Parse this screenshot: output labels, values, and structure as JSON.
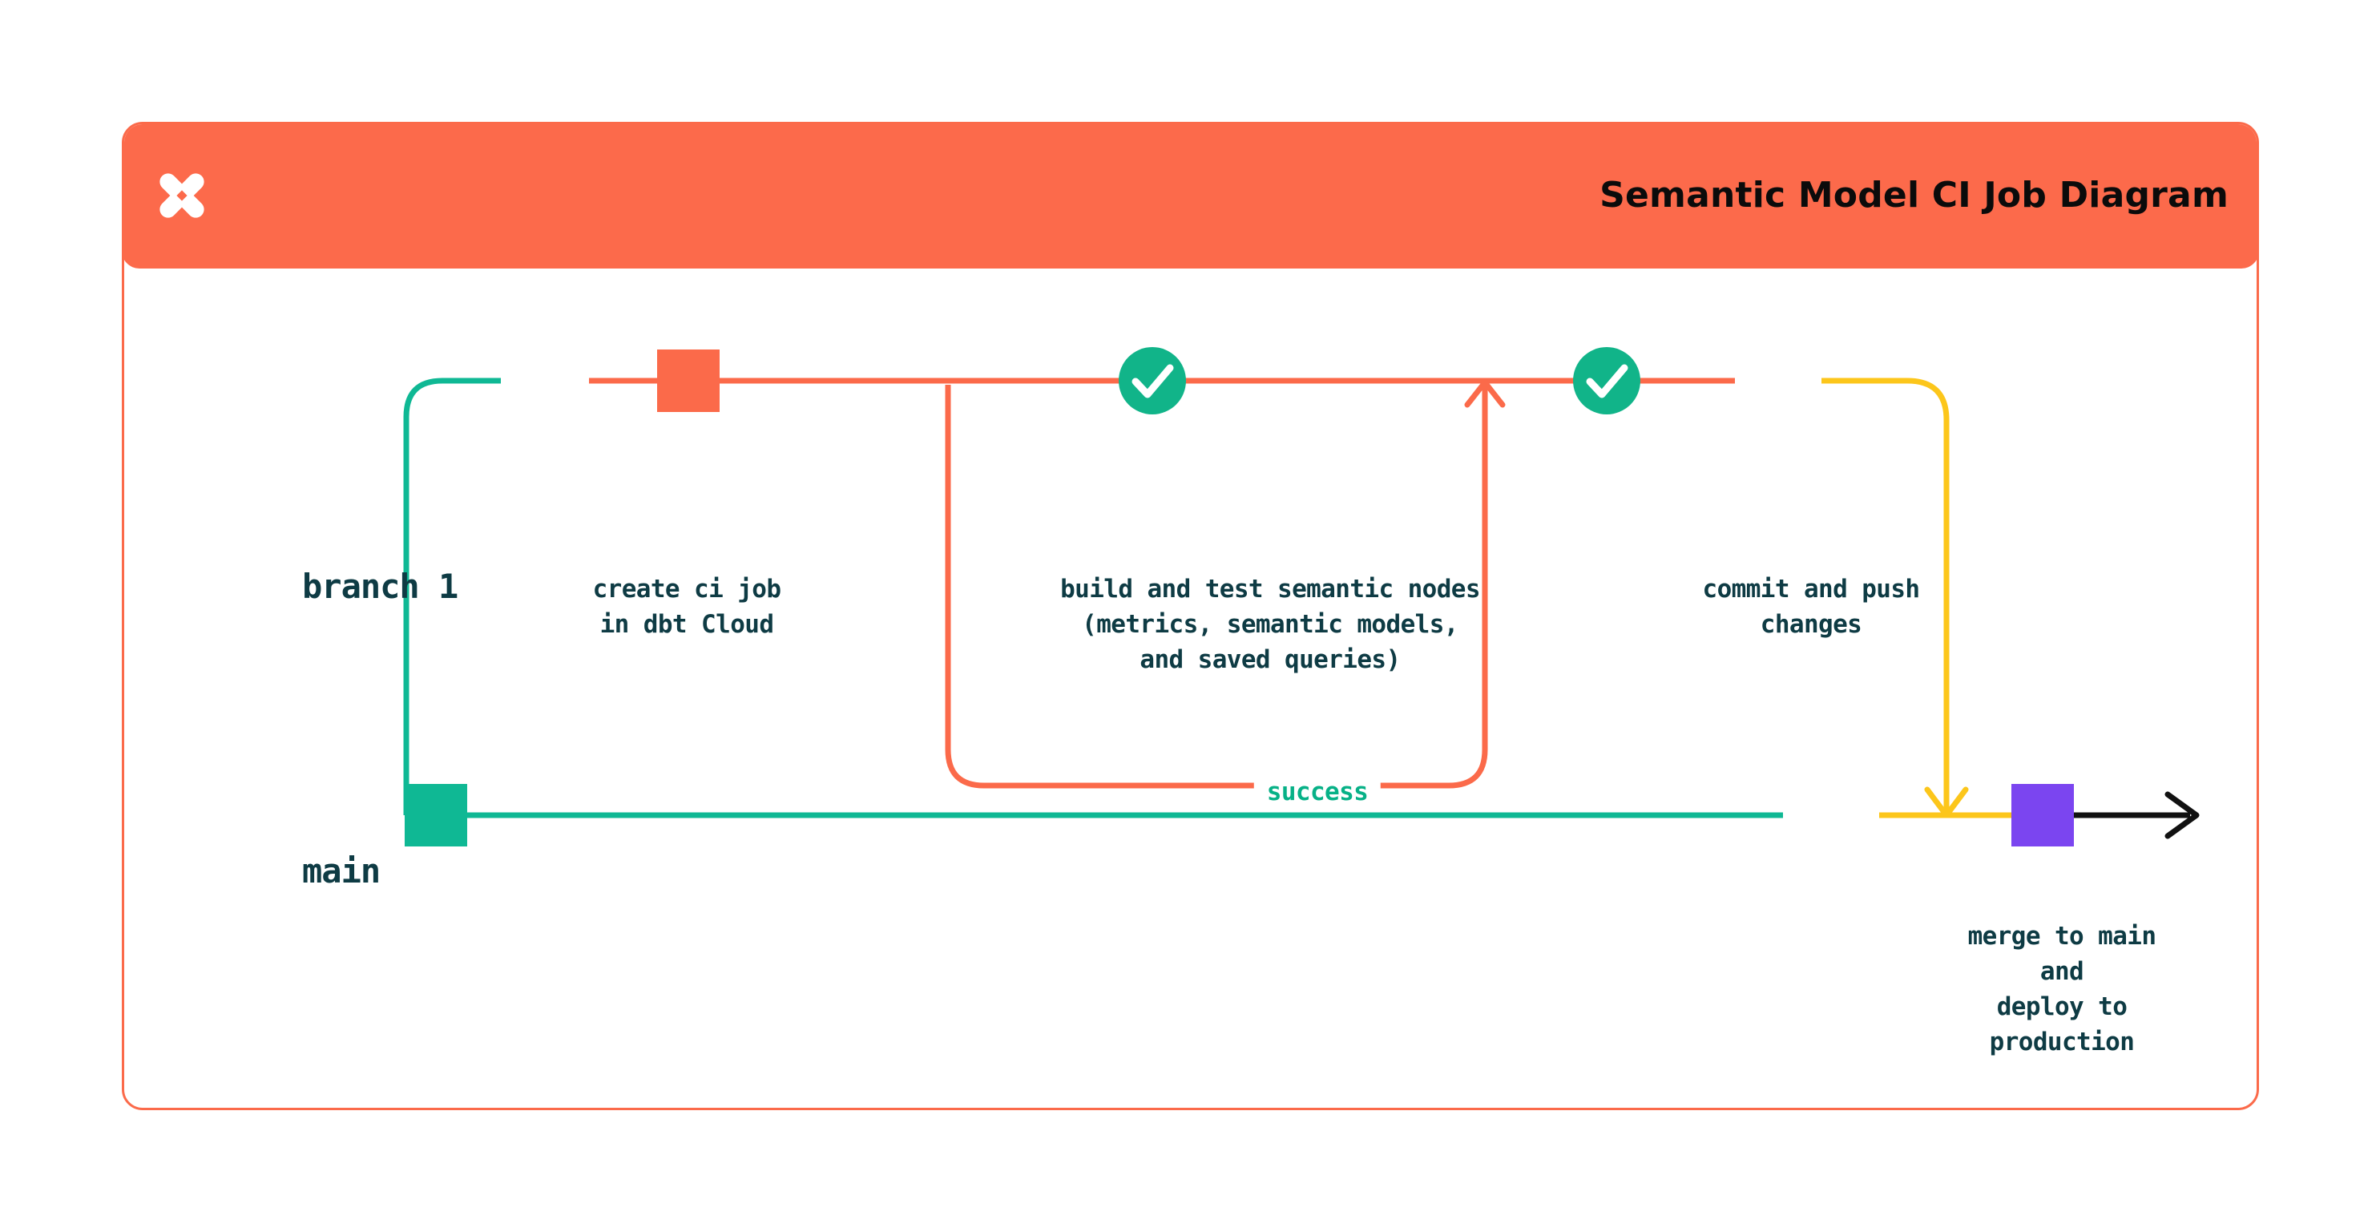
{
  "card": {
    "title": "Semantic Model CI Job Diagram",
    "logo_icon": "dbt-x-logo-icon",
    "border_color": "#FB6A4A",
    "header_color": "#FC6A4B"
  },
  "colors": {
    "orange": "#FB6A4A",
    "teal": "#0FB894",
    "green_check": "#11B489",
    "yellow": "#FCC61B",
    "purple": "#7B45F0",
    "dark_text": "#0E3B44",
    "success_text": "#07B187",
    "arrow_black": "#111111"
  },
  "lanes": [
    {
      "name": "branch-1",
      "label": "branch 1",
      "marker_color": "#FB6A4A"
    },
    {
      "name": "main",
      "label": "main",
      "marker_color": "#0FB894"
    }
  ],
  "nodes": [
    {
      "id": "create-ci-job",
      "label": "create ci job\nin dbt Cloud",
      "marker": "square",
      "marker_color": "#FB6A4A",
      "lane": "branch-1"
    },
    {
      "id": "build-and-test",
      "label": "build and test semantic nodes\n(metrics, semantic models,\nand saved queries)",
      "marker": "check-circle",
      "marker_color": "#11B489",
      "lane": "branch-1"
    },
    {
      "id": "commit-and-push",
      "label": "commit and push\nchanges",
      "marker": "check-circle",
      "marker_color": "#11B489",
      "lane": "branch-1"
    },
    {
      "id": "merge-to-main",
      "label": "merge to main and\ndeploy to production",
      "marker": "square",
      "marker_color": "#7B45F0",
      "lane": "main"
    }
  ],
  "edges": [
    {
      "id": "branch-off",
      "from": "main",
      "to": "branch-1",
      "color": "#0FB894"
    },
    {
      "id": "success-loop",
      "label": "success",
      "color": "#FB6A4A",
      "label_color": "#07B187"
    },
    {
      "id": "merge-down",
      "from": "branch-1",
      "to": "main",
      "color": "#FCC61B"
    },
    {
      "id": "main-continue",
      "color": "#111111",
      "arrow": "right"
    }
  ]
}
